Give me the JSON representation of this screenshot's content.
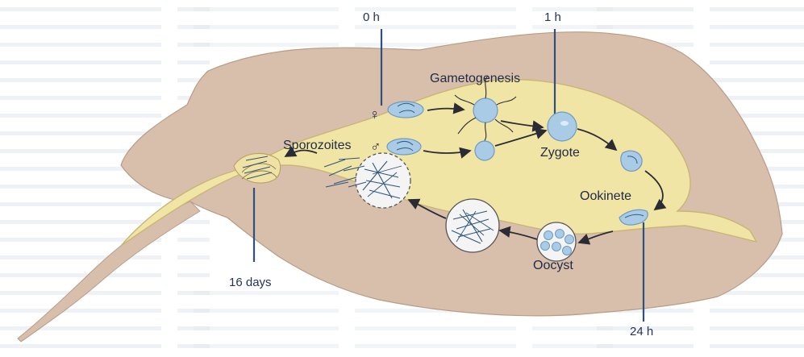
{
  "colors": {
    "page_background_text": "#e9edf2",
    "mosquito_body": "#d8bfac",
    "gut_fill": "#f1e5a6",
    "gut_stroke": "#c9b577",
    "parasite_fill": "#a9cbe6",
    "parasite_stroke": "#6f9bc2",
    "arrow": "#2b2b33",
    "time_line": "#2f4f7f",
    "label_text": "#1f2a44"
  },
  "diagram": {
    "time_labels": {
      "t0": "0 h",
      "t1": "1 h",
      "t24": "24 h",
      "t16d": "16 days"
    },
    "stage_labels": {
      "gametogenesis": "Gametogenesis",
      "zygote": "Zygote",
      "ookinete": "Ookinete",
      "oocyst": "Oocyst",
      "sporozoites": "Sporozoites"
    },
    "symbols": {
      "female": "♀",
      "male": "♂"
    },
    "icons": [
      "mosquito-body-outline",
      "midgut-shape",
      "salivary-gland",
      "proboscis"
    ]
  }
}
